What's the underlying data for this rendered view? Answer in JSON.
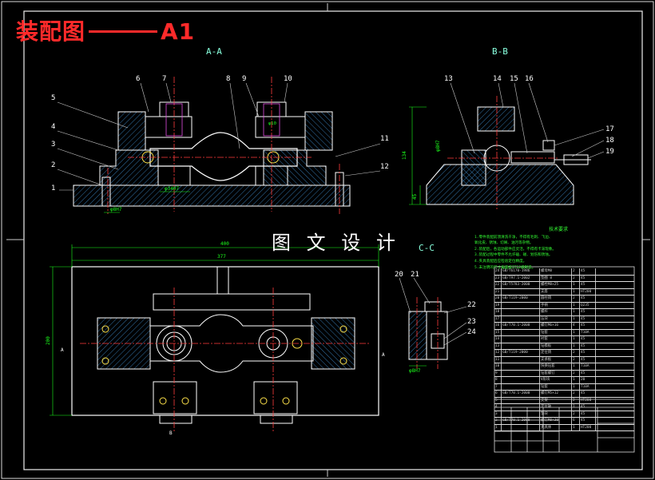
{
  "title": {
    "main": "装配图",
    "sheet": "A1"
  },
  "watermark": "图 文 设 计",
  "views": {
    "a_a": "A-A",
    "b_b": "B-B",
    "c_c": "C-C"
  },
  "balloons": [
    "1",
    "2",
    "3",
    "4",
    "5",
    "6",
    "7",
    "8",
    "9",
    "10",
    "11",
    "12",
    "13",
    "14",
    "15",
    "16",
    "17",
    "18",
    "19",
    "20",
    "21",
    "22",
    "23",
    "24"
  ],
  "tech_notes": {
    "title": "技术要求",
    "lines": [
      "1.零件装配前须清洗干净，不得有毛刺、飞边、",
      "氧化皮、锈蚀、切屑、油污等杂物。",
      "2.装配后，各运动部件应灵活，不得有卡滞现象。",
      "3.装配过程中零件不允许磕、碰、划伤和锈蚀。",
      "4.夹具装配后应检验定位精度。",
      "5.未注明的尺寸偏差按IT12级制造。"
    ]
  },
  "bom_rows": [
    {
      "idx": "24",
      "code": "GB/T6170-1986",
      "name": "螺母M8",
      "qty": "2",
      "mat": "45"
    },
    {
      "idx": "23",
      "code": "GB/T97.1-2002",
      "name": "垫圈 8",
      "qty": "2",
      "mat": "45"
    },
    {
      "idx": "22",
      "code": "GB/T5783-2000",
      "name": "螺栓M8×25",
      "qty": "1",
      "mat": "45"
    },
    {
      "idx": "21",
      "code": "",
      "name": "支座",
      "qty": "1",
      "mat": "HT200"
    },
    {
      "idx": "20",
      "code": "GB/T119-2000",
      "name": "圆柱销",
      "qty": "2",
      "mat": "45"
    },
    {
      "idx": "19",
      "code": "",
      "name": "手柄",
      "qty": "1",
      "mat": "Q235"
    },
    {
      "idx": "18",
      "code": "",
      "name": "螺杆",
      "qty": "1",
      "mat": "45"
    },
    {
      "idx": "17",
      "code": "",
      "name": "压块",
      "qty": "1",
      "mat": "45"
    },
    {
      "idx": "16",
      "code": "GB/T70.1-2000",
      "name": "螺钉M6×16",
      "qty": "4",
      "mat": "45"
    },
    {
      "idx": "15",
      "code": "",
      "name": "钻套",
      "qty": "1",
      "mat": "T10A"
    },
    {
      "idx": "14",
      "code": "",
      "name": "衬套",
      "qty": "1",
      "mat": "45"
    },
    {
      "idx": "13",
      "code": "",
      "name": "钻模板",
      "qty": "1",
      "mat": "45"
    },
    {
      "idx": "12",
      "code": "GB/T119-2000",
      "name": "定位销",
      "qty": "2",
      "mat": "45"
    },
    {
      "idx": "11",
      "code": "",
      "name": "支承板",
      "qty": "2",
      "mat": "45"
    },
    {
      "idx": "10",
      "code": "",
      "name": "快换钻套",
      "qty": "1",
      "mat": "T10A"
    },
    {
      "idx": "9",
      "code": "",
      "name": "钻套螺钉",
      "qty": "2",
      "mat": "45"
    },
    {
      "idx": "8",
      "code": "",
      "name": "V形块",
      "qty": "1",
      "mat": "20"
    },
    {
      "idx": "7",
      "code": "",
      "name": "钻套",
      "qty": "1",
      "mat": "T10A"
    },
    {
      "idx": "6",
      "code": "GB/T70.1-2000",
      "name": "螺钉M5×12",
      "qty": "2",
      "mat": "45"
    },
    {
      "idx": "5",
      "code": "",
      "name": "支架",
      "qty": "2",
      "mat": "HT200"
    },
    {
      "idx": "4",
      "code": "",
      "name": "定位轴",
      "qty": "1",
      "mat": "45"
    },
    {
      "idx": "3",
      "code": "",
      "name": "垫块",
      "qty": "2",
      "mat": "45"
    },
    {
      "idx": "2",
      "code": "GB/T70.1-2000",
      "name": "螺钉M8×30",
      "qty": "6",
      "mat": "45"
    },
    {
      "idx": "1",
      "code": "",
      "name": "夹具体",
      "qty": "1",
      "mat": "HT200"
    }
  ],
  "colors": {
    "outline": "#ffffff",
    "hatch": "#3f8fd2",
    "center": "#ff3b3b",
    "dim": "#1bff1b",
    "yellow": "#ffe34a",
    "magenta": "#e24ee2",
    "cyan": "#3ef0f0"
  }
}
